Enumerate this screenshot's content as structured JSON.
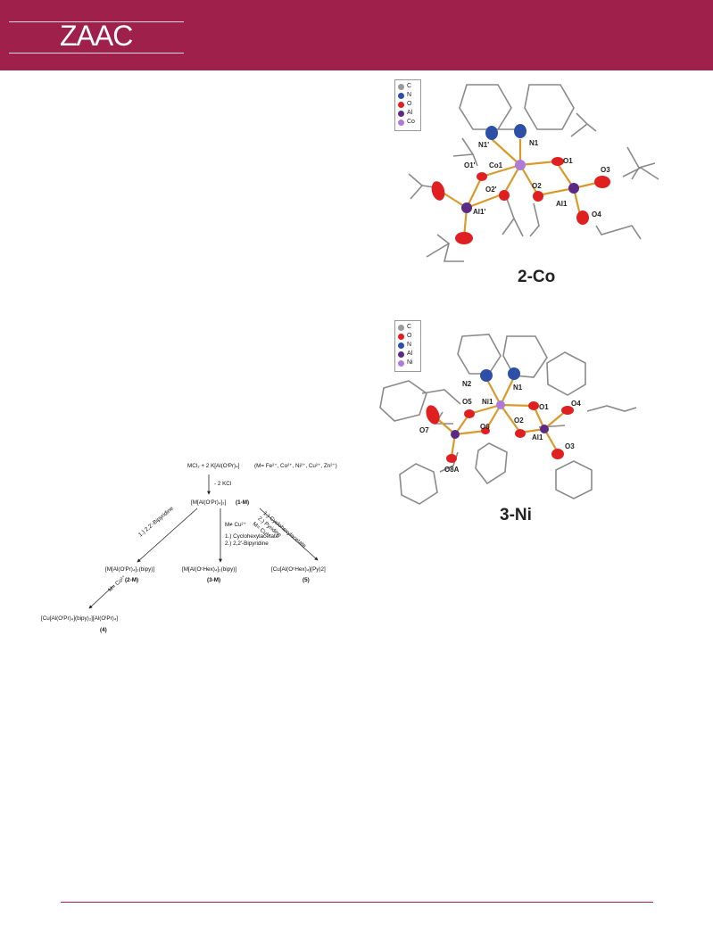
{
  "header": {
    "journal_logo": "ZAAC",
    "band_color": "#a0204c"
  },
  "scheme": {
    "reaction": "MCl₂ + 2 K[Al(OⁱPr)₄]",
    "metals": "(M= Fe²⁺, Co²⁺, Ni²⁺, Cu²⁺, Zn²⁺)",
    "step1": "- 2 KCl",
    "product1": "[M[Al(OⁱPr)₄]₂]",
    "label1": "(1-M)",
    "left_arrow": "1.) 2,2'-Bipyridine",
    "mid_cond_metal": "M≠ Cu²⁺",
    "mid_cond_1": "1.) Cyclohexylacetate",
    "mid_cond_2": "2.) 2,2'-Bipyridine",
    "right_arrow_1": "1.) Cyclohexylacetate",
    "right_arrow_2": "2.) Pyridine",
    "right_arrow_3": "M= Cu²⁺",
    "product2": "[M[Al(OⁱPr)₄]₂(bipy)]",
    "label2": "(2-M)",
    "product3": "[M[Al(OᶜHex)₄]₂(bipy)]",
    "label3": "(3-M)",
    "product5": "[Cu[Al(OᶜHex)₄](Py)2]",
    "label5": "(5)",
    "cu_arrow": "M= Cu²⁺",
    "product4": "[Cu[Al(OⁱPr)₄](bipy)₂][Al(OⁱPr)₄]",
    "label4": "(4)"
  },
  "figures": [
    {
      "caption": "2-Co",
      "legend": [
        {
          "label": "C",
          "color": "#9a9a9a"
        },
        {
          "label": "N",
          "color": "#2d4fa8"
        },
        {
          "label": "O",
          "color": "#e02020"
        },
        {
          "label": "Al",
          "color": "#5b2a86"
        },
        {
          "label": "Co",
          "color": "#b07ad8"
        }
      ],
      "atoms": [
        "N1'",
        "N1",
        "Co1",
        "O1'",
        "O1",
        "O3",
        "O2'",
        "O2",
        "Al1'",
        "Al1",
        "O4"
      ]
    },
    {
      "caption": "3-Ni",
      "legend": [
        {
          "label": "C",
          "color": "#9a9a9a"
        },
        {
          "label": "O",
          "color": "#e02020"
        },
        {
          "label": "N",
          "color": "#2d4fa8"
        },
        {
          "label": "Al",
          "color": "#5b2a86"
        },
        {
          "label": "Ni",
          "color": "#b07ad8"
        }
      ],
      "atoms": [
        "N2",
        "N1",
        "Ni1",
        "O1",
        "O5",
        "O4",
        "O7",
        "O6",
        "O2",
        "Al1",
        "O3",
        "O8A"
      ]
    }
  ]
}
